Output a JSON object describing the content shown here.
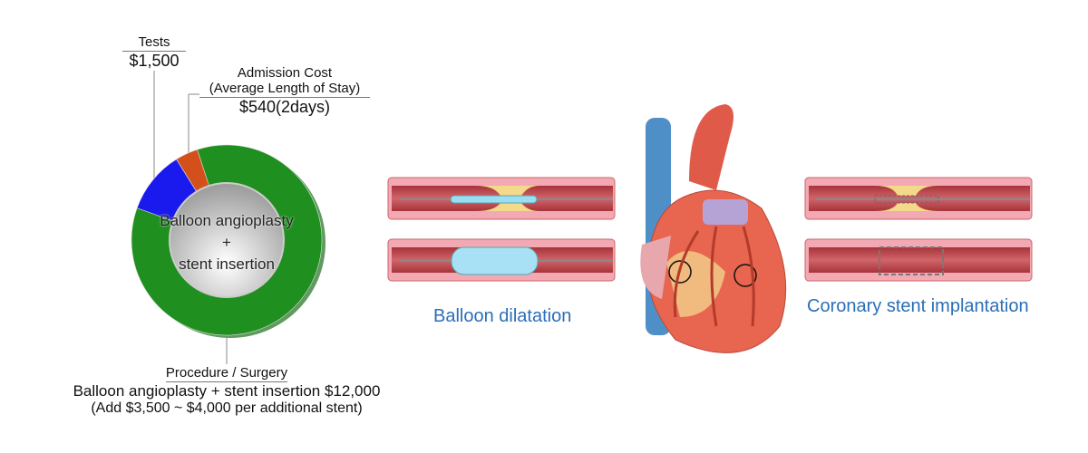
{
  "chart_data": {
    "type": "pie",
    "subtype": "donut",
    "title": "",
    "center_label": [
      "Balloon angioplasty",
      "+",
      "stent insertion"
    ],
    "slices": [
      {
        "name": "Procedure / Surgery",
        "value": 12000,
        "color": "#1f8f1f"
      },
      {
        "name": "Tests",
        "value": 1500,
        "color": "#1a1aee"
      },
      {
        "name": "Admission Cost",
        "value": 540,
        "color": "#d4501a"
      }
    ]
  },
  "labels": {
    "tests": {
      "title": "Tests",
      "value": "$1,500"
    },
    "admission": {
      "title": "Admission Cost",
      "subtitle": "(Average Length of Stay)",
      "value": "$540(2days)"
    },
    "procedure": {
      "title": "Procedure / Surgery",
      "line1": "Balloon angioplasty + stent insertion $12,000",
      "line2": "(Add $3,500 ~ $4,000 per additional stent)"
    }
  },
  "captions": {
    "balloon": "Balloon dilatation",
    "stent": "Coronary stent implantation"
  }
}
